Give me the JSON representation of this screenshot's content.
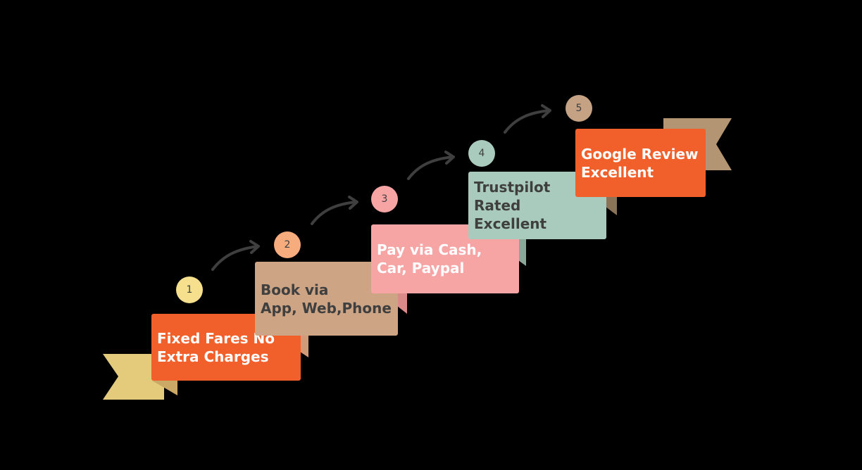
{
  "steps": [
    {
      "number": "1",
      "text": "Fixed Fares No\nExtra Charges",
      "box_color": "#f15f2a",
      "text_color": "#ffffff",
      "circle_color": "#f6e08e"
    },
    {
      "number": "2",
      "text": "Book via\nApp, Web,Phone",
      "box_color": "#cda484",
      "text_color": "#3f3f3f",
      "circle_color": "#f7ac7e"
    },
    {
      "number": "3",
      "text": "Pay via Cash,\nCar, Paypal",
      "box_color": "#f7a4a5",
      "text_color": "#ffffff",
      "circle_color": "#f7a4a5"
    },
    {
      "number": "4",
      "text": "Trustpilot Rated\nExcellent",
      "box_color": "#a9cbbd",
      "text_color": "#3f3f3f",
      "circle_color": "#a9cbbd"
    },
    {
      "number": "5",
      "text": "Google Review\nExcellent",
      "box_color": "#f15f2a",
      "text_color": "#ffffff",
      "circle_color": "#c6a284"
    }
  ],
  "colors": {
    "background": "#000000",
    "arrow": "#3f3f3f",
    "start_ribbon": "#e4cb7b",
    "end_ribbon": "#b39574"
  }
}
